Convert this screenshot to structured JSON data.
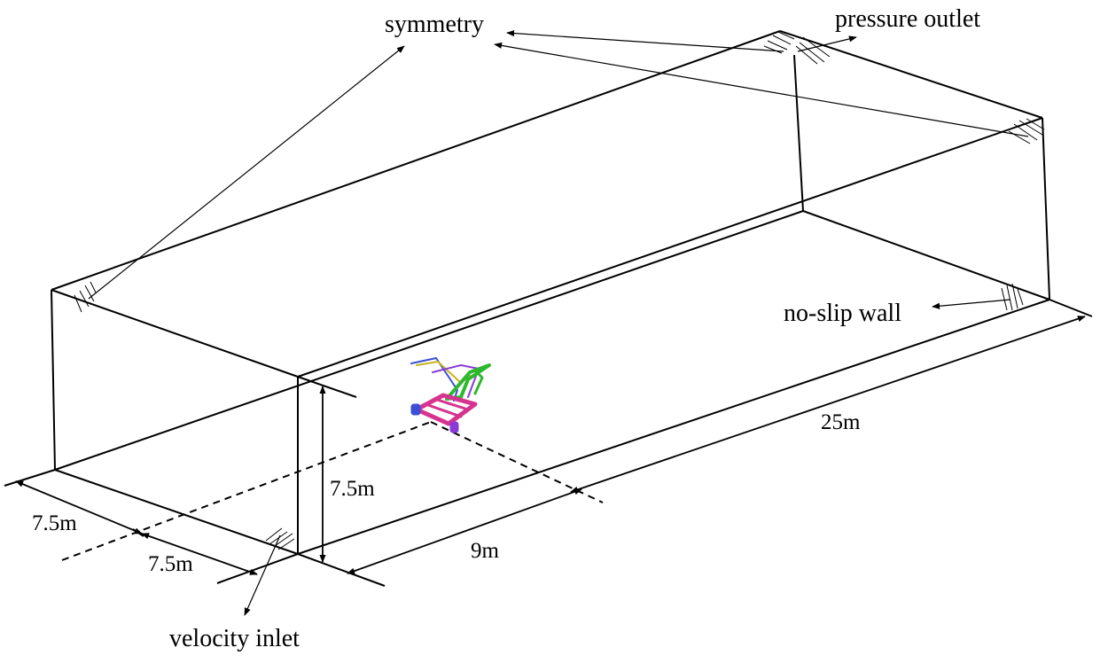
{
  "labels": {
    "symmetry": "symmetry",
    "pressure_outlet": "pressure outlet",
    "no_slip_wall": "no-slip wall",
    "velocity_inlet": "velocity inlet"
  },
  "dimensions": {
    "width_left": "7.5m",
    "width_right": "7.5m",
    "height": "7.5m",
    "upstream": "9m",
    "length": "25m"
  },
  "colors": {
    "line": "#000000",
    "model_magenta": "#d6338f",
    "model_green": "#2db82d",
    "model_blue": "#3a4fd6",
    "model_yellow": "#c8b21c",
    "model_purple": "#8a3ad6"
  }
}
